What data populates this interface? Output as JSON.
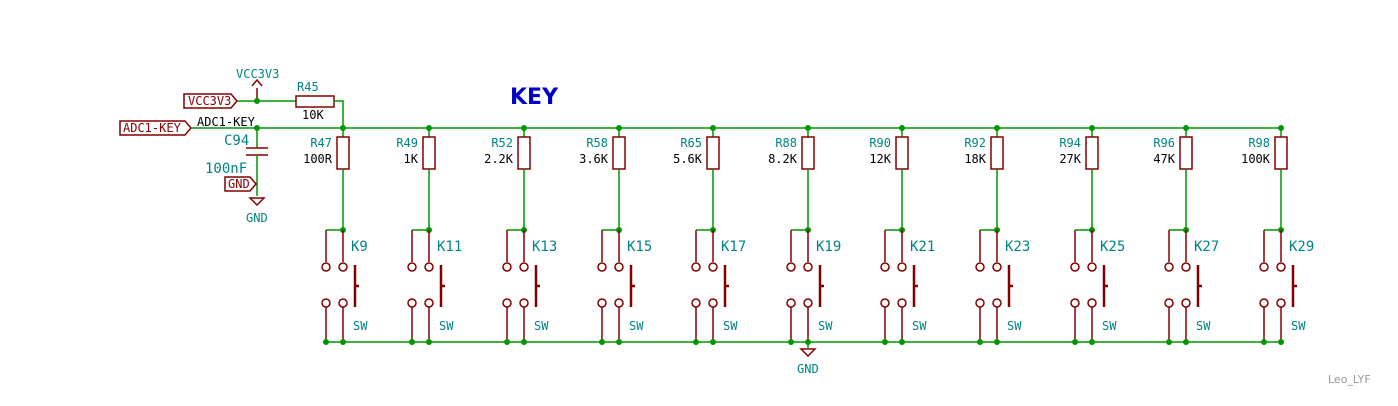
{
  "title": "KEY",
  "author": "Leo_LYF",
  "power": {
    "vcc_symbol": "VCC3V3",
    "vcc_label": "VCC3V3",
    "gnd_label": "GND",
    "gnd_symbol_left": "GND",
    "gnd_symbol_bottom": "GND"
  },
  "net": {
    "adc_label": "ADC1-KEY",
    "adc_net_text": "ADC1-KEY"
  },
  "pullup": {
    "ref": "R45",
    "value": "10K"
  },
  "cap": {
    "ref": "C94",
    "value": "100nF"
  },
  "channels": [
    {
      "rref": "R47",
      "rval": "100R",
      "kref": "K9",
      "kval": "SW"
    },
    {
      "rref": "R49",
      "rval": "1K",
      "kref": "K11",
      "kval": "SW"
    },
    {
      "rref": "R52",
      "rval": "2.2K",
      "kref": "K13",
      "kval": "SW"
    },
    {
      "rref": "R58",
      "rval": "3.6K",
      "kref": "K15",
      "kval": "SW"
    },
    {
      "rref": "R65",
      "rval": "5.6K",
      "kref": "K17",
      "kval": "SW"
    },
    {
      "rref": "R88",
      "rval": "8.2K",
      "kref": "K19",
      "kval": "SW"
    },
    {
      "rref": "R90",
      "rval": "12K",
      "kref": "K21",
      "kval": "SW"
    },
    {
      "rref": "R92",
      "rval": "18K",
      "kref": "K23",
      "kval": "SW"
    },
    {
      "rref": "R94",
      "rval": "27K",
      "kref": "K25",
      "kval": "SW"
    },
    {
      "rref": "R96",
      "rval": "47K",
      "kref": "K27",
      "kval": "SW"
    },
    {
      "rref": "R98",
      "rval": "100K",
      "kref": "K29",
      "kval": "SW"
    }
  ],
  "colors": {
    "wire": "#009600",
    "component": "#840000",
    "reference_text": "#008484",
    "title": "#0000c8",
    "author": "#999999"
  }
}
